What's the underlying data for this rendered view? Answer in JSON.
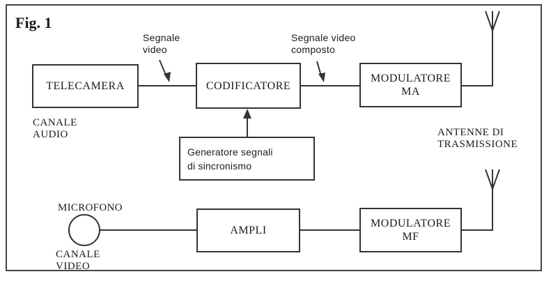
{
  "figure": {
    "title": "Fig. 1",
    "labels": {
      "segnale_video": "Segnale\nvideo",
      "segnale_video_composto": "Segnale video\ncomposto",
      "canale_audio": "CANALE\nAUDIO",
      "antenne": "ANTENNE DI\nTRASMISSIONE",
      "microfono": "MICROFONO",
      "canale_video": "CANALE\nVIDEO"
    },
    "blocks": {
      "telecamera": "TELECAMERA",
      "codificatore": "CODIFICATORE",
      "modulatore_ma_1": "MODULATORE",
      "modulatore_ma_2": "MA",
      "generatore_1": "Generatore segnali",
      "generatore_2": "di sincronismo",
      "ampli": "AMPLI",
      "modulatore_mf_1": "MODULATORE",
      "modulatore_mf_2": "MF"
    }
  }
}
